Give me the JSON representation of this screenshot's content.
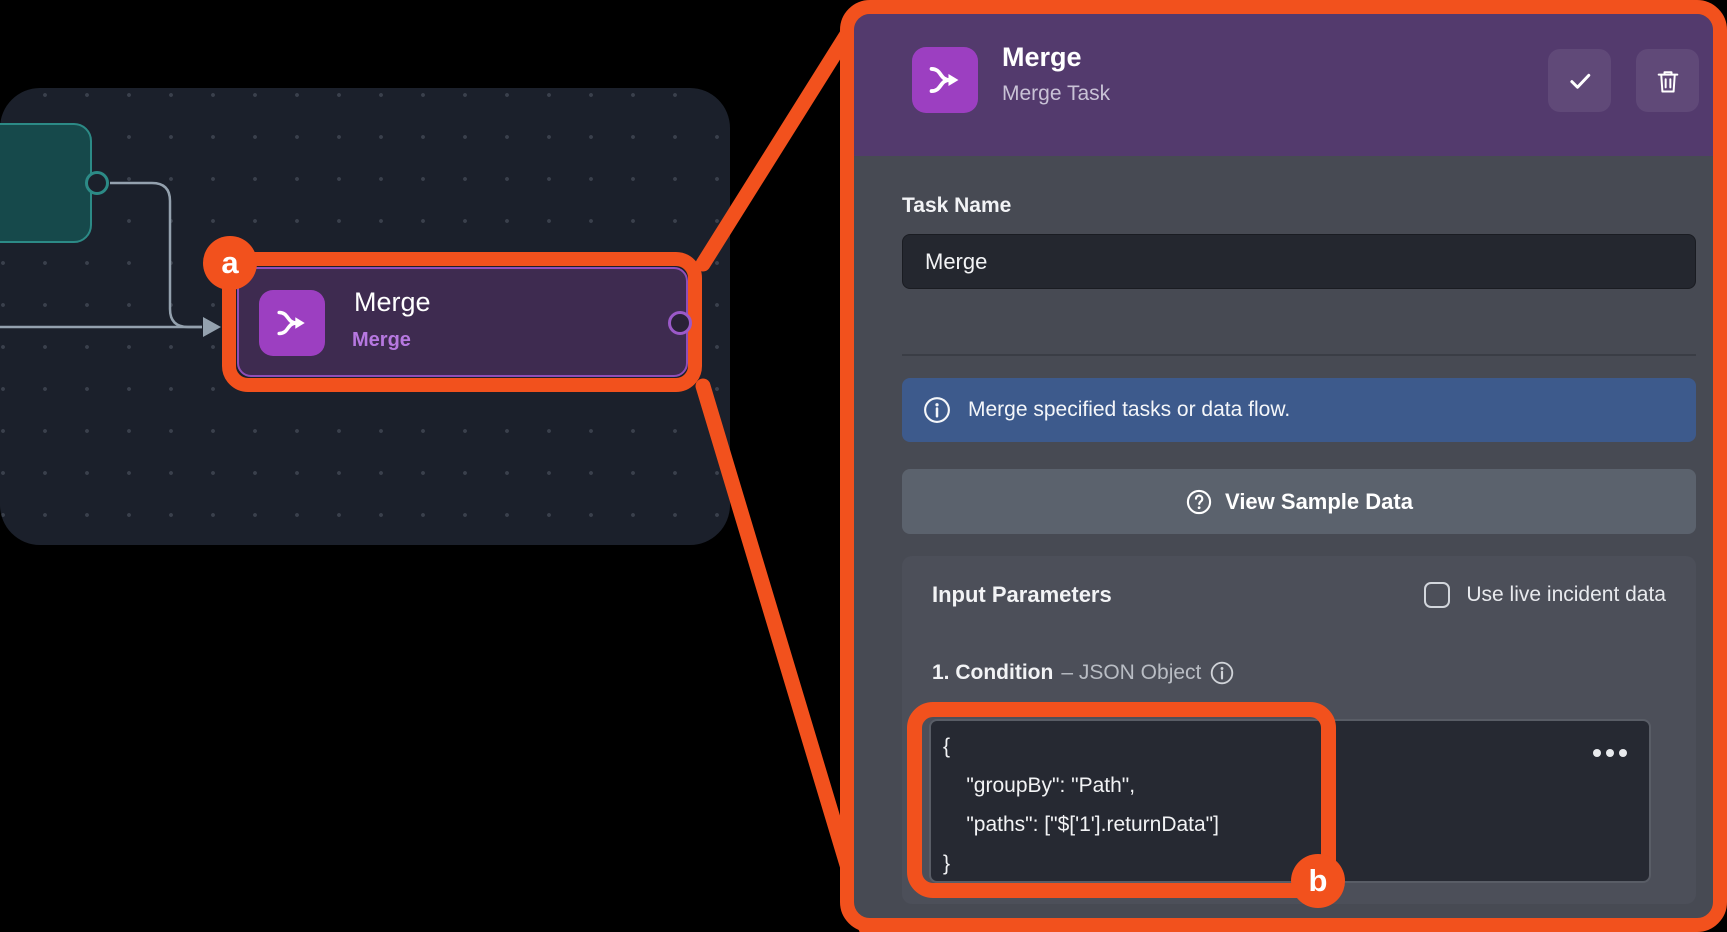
{
  "colors": {
    "accent_orange": "#F2511D",
    "header_purple": "#533A6D",
    "icon_purple": "#9C3FC1",
    "node_border_purple": "#8F4EB8",
    "banner_blue": "#3D5A8C",
    "panel_body_gray": "#474A53",
    "card_gray": "#4C4F59",
    "field_dark": "#24272F",
    "teal_node_fill": "#16494B",
    "teal_node_border": "#2C8A86",
    "edge_gray": "#94A1AE"
  },
  "canvas": {
    "merge_node": {
      "title": "Merge",
      "subtitle": "Merge"
    },
    "callout_a_label": "a"
  },
  "panel": {
    "header": {
      "title": "Merge",
      "subtitle": "Merge Task"
    },
    "task_name_label": "Task Name",
    "task_name_value": "Merge",
    "info_banner_text": "Merge specified tasks or data flow.",
    "view_sample_label": "View Sample Data",
    "input_parameters": {
      "heading": "Input Parameters",
      "live_data_label": "Use live incident data",
      "param_label": "1. Condition",
      "param_type": "– JSON Object",
      "code_lines": [
        "{",
        "    \"groupBy\": \"Path\",",
        "    \"paths\": [\"$['1'].returnData\"]",
        "}"
      ]
    },
    "callout_b_label": "b"
  }
}
